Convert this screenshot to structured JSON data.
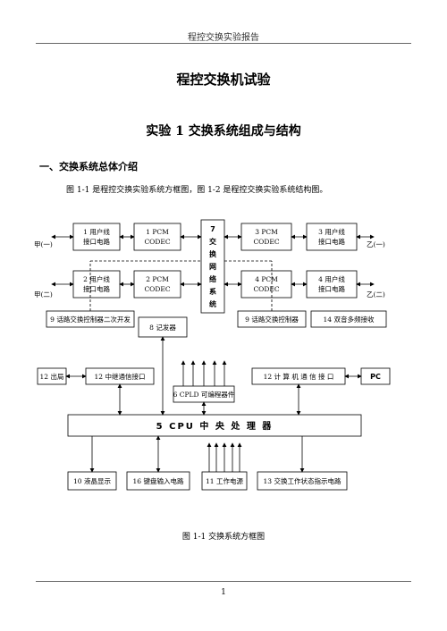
{
  "header": {
    "text": "程控交换实验报告"
  },
  "title": "程控交换机试验",
  "subtitle": "实验 1    交换系统组成与结构",
  "section": "一、交换系统总体介绍",
  "paragraph": "图 1-1 是程控交换实验系统方框图，图 1-2 是程控交换实验系统结构图。",
  "diagram": {
    "box1": [
      "1 用户线",
      "接口电路"
    ],
    "box1pcm": [
      "1 PCM",
      "CODEC"
    ],
    "box2": [
      "2 用户线",
      "接口电路"
    ],
    "box2pcm": [
      "2 PCM",
      "CODEC"
    ],
    "box3pcm": [
      "3 PCM",
      "CODEC"
    ],
    "box3": [
      "3 用户线",
      "接口电路"
    ],
    "box4pcm": [
      "4 PCM",
      "CODEC"
    ],
    "box4": [
      "4 用户线",
      "接口电路"
    ],
    "box7": [
      "7",
      "交",
      "换",
      "网",
      "络",
      "系",
      "统"
    ],
    "box9a": "9 话路交换控制器二次开发",
    "box8": "8  记发器",
    "box9b": "9  话路交换控制器",
    "box14": "14  双音多频接收",
    "box12out": "12 出局",
    "box12relay": "12 中继通信接口",
    "box6": "6 CPLD 可编程器件",
    "box12pc": "12 计 算 机 通 信 接 口",
    "boxPC": "PC",
    "box5": "5    CPU   中   央   处   理   器",
    "box10": "10 液晶显示",
    "box16": "16 键盘输入电路",
    "box11": "11 工作电源",
    "box13": "13 交换工作状态指示电路",
    "jia1": "甲(一)",
    "jia2": "甲(二)",
    "yi1": "乙(一)",
    "yi2": "乙(二)"
  },
  "caption": "图 1-1     交换系统方框图",
  "page_number": "1"
}
